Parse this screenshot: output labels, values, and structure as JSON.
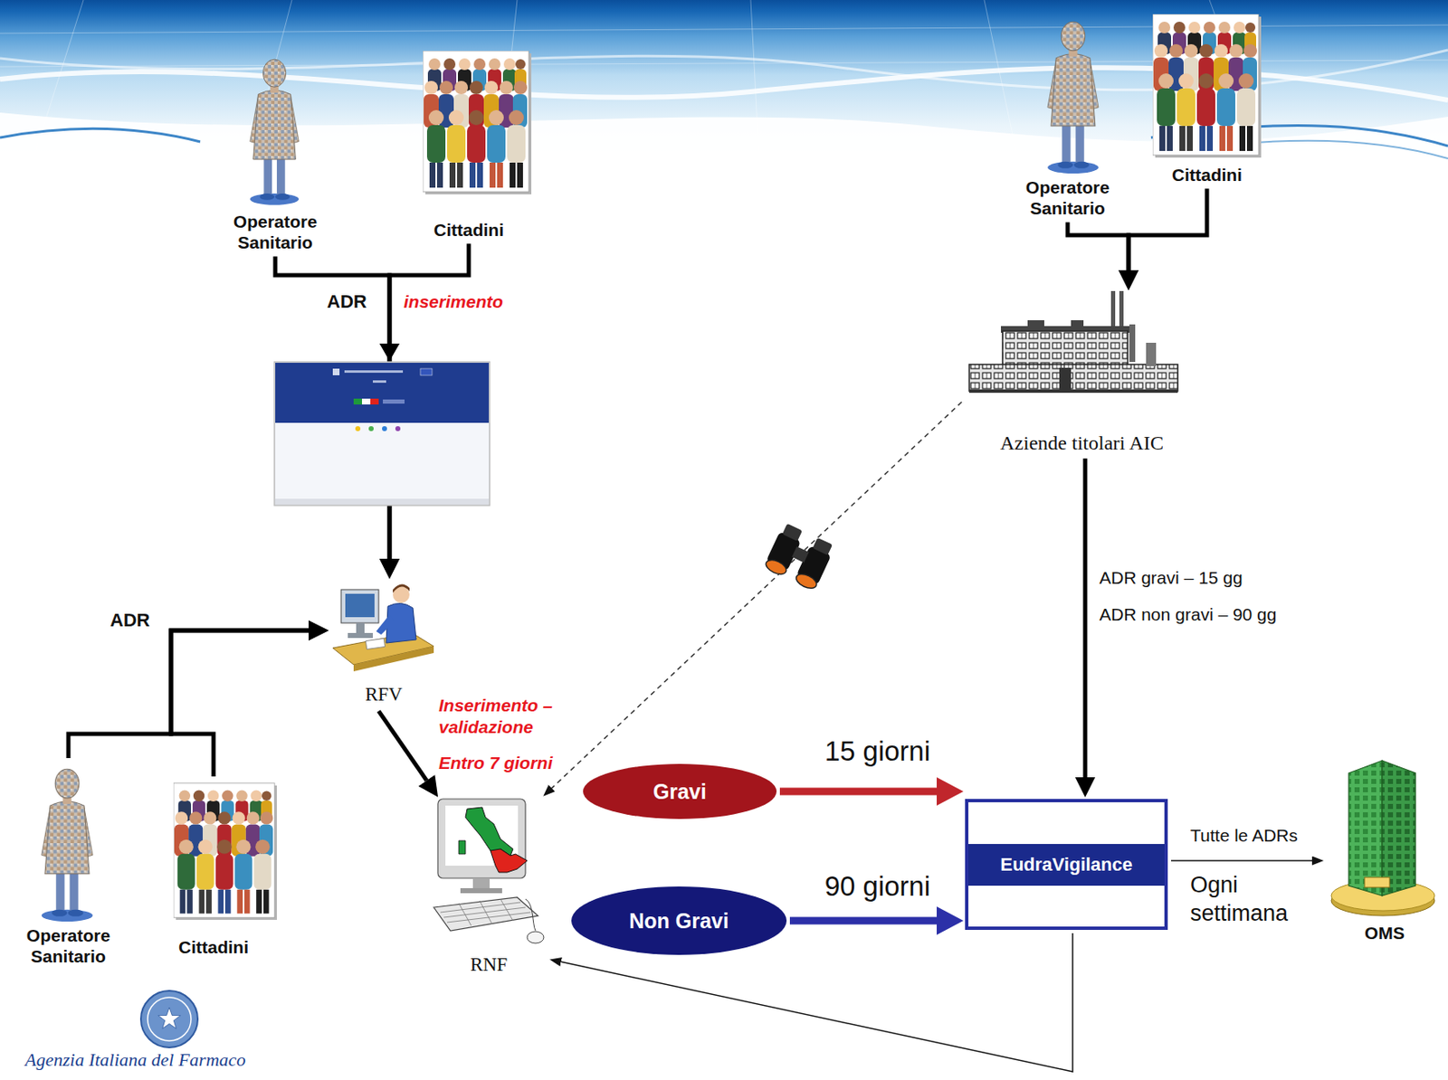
{
  "diagram": {
    "nodes": [
      {
        "text": [
          "Operatore Sanitario"
        ]
      },
      {
        "text": [
          "Cittadini"
        ]
      },
      {
        "text": [
          "Operatore Sanitario"
        ]
      },
      {
        "text": [
          "Cittadini"
        ]
      },
      {
        "text": [
          "Aziende titolari AIC"
        ]
      },
      {
        "text": [
          "RFV"
        ]
      },
      {
        "text": [
          "Operatore Sanitario"
        ]
      },
      {
        "text": [
          "Cittadini"
        ]
      },
      {
        "text": [
          "RNF"
        ]
      },
      {
        "text": [
          "Gravi"
        ]
      },
      {
        "text": [
          "Non Gravi"
        ]
      },
      {
        "text": [
          "EudraVigilance"
        ]
      },
      {
        "text": [
          "OMS"
        ]
      }
    ],
    "edges": [
      {
        "from": 0,
        "to": 5,
        "label": "ADR",
        "arrow": "to"
      },
      {
        "from": 1,
        "to": 5,
        "arrow": "to"
      },
      {
        "from": 2,
        "to": 4,
        "arrow": "to"
      },
      {
        "from": 3,
        "to": 4,
        "arrow": "to"
      },
      {
        "from": 6,
        "to": 5,
        "label": "ADR",
        "arrow": "to"
      },
      {
        "from": 7,
        "to": 5,
        "arrow": "to"
      },
      {
        "from": 5,
        "to": 8,
        "arrow": "to"
      },
      {
        "from": 4,
        "to": 8,
        "arrow": "to"
      },
      {
        "from": 4,
        "to": 11,
        "label": "ADR gravi – 15 gg",
        "arrow": "to"
      },
      {
        "from": 9,
        "to": 11,
        "label": "15 giorni",
        "arrow": "to"
      },
      {
        "from": 10,
        "to": 11,
        "label": "90 giorni",
        "arrow": "to"
      },
      {
        "from": 11,
        "to": 12,
        "label": "Tutte le ADRs",
        "arrow": "to"
      },
      {
        "from": 11,
        "to": 8,
        "arrow": "to"
      }
    ],
    "labels": [
      "inserimento",
      "Inserimento – validazione",
      "Entro 7 giorni",
      "ADR non gravi – 90 gg",
      "Ogni settimana",
      "Agenzia Italiana del Farmaco"
    ]
  }
}
